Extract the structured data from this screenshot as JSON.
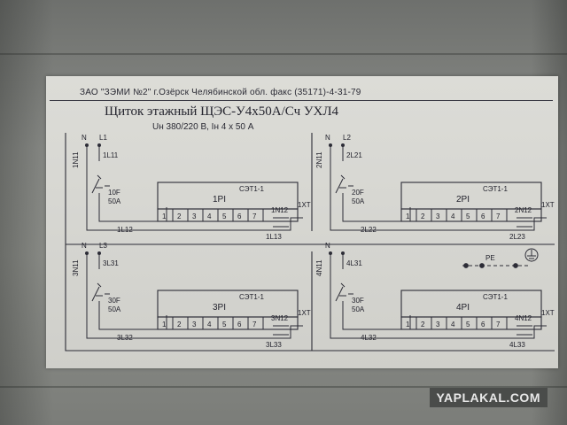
{
  "label": {
    "company": "ЗАО \"ЗЭМИ №2\" г.Озёрск Челябинской обл. факс (35171)-4-31-79",
    "title": "Щиток этажный ЩЭС-У4х50А/Сч  УХЛ4",
    "rating": "Uн 380/220 В, Iн  4 х 50 А"
  },
  "meter_terminals": [
    "1",
    "2",
    "3",
    "4",
    "5",
    "6",
    "7"
  ],
  "circuits": [
    {
      "n": "N",
      "phase": "L1",
      "neutral_in": "1N11",
      "phase_in": "1L11",
      "breaker": "10F",
      "rating": "50A",
      "meter_model": "СЭТ1-1",
      "meter_id": "1PI",
      "phase_out": "1L12",
      "neutral_out": "1N12",
      "terminal": "1XT",
      "load": "1L13"
    },
    {
      "n": "N",
      "phase": "L2",
      "neutral_in": "2N11",
      "phase_in": "2L21",
      "breaker": "20F",
      "rating": "50A",
      "meter_model": "СЭТ1-1",
      "meter_id": "2PI",
      "phase_out": "2L22",
      "neutral_out": "2N12",
      "terminal": "1XT",
      "load": "2L23"
    },
    {
      "n": "N",
      "phase": "L3",
      "neutral_in": "3N11",
      "phase_in": "3L31",
      "breaker": "30F",
      "rating": "50A",
      "meter_model": "СЭТ1-1",
      "meter_id": "3PI",
      "phase_out": "3L32",
      "neutral_out": "3N12",
      "terminal": "1XT",
      "load": "3L33"
    },
    {
      "n": "N",
      "phase": "",
      "neutral_in": "4N11",
      "phase_in": "4L31",
      "breaker": "30F",
      "rating": "50A",
      "meter_model": "СЭТ1-1",
      "meter_id": "4PI",
      "phase_out": "4L32",
      "neutral_out": "4N12",
      "terminal": "1XT",
      "load": "4L33"
    }
  ],
  "pe_label": "PE",
  "ground_icon": "ground-icon",
  "watermark": "YAPLAKAL.COM"
}
